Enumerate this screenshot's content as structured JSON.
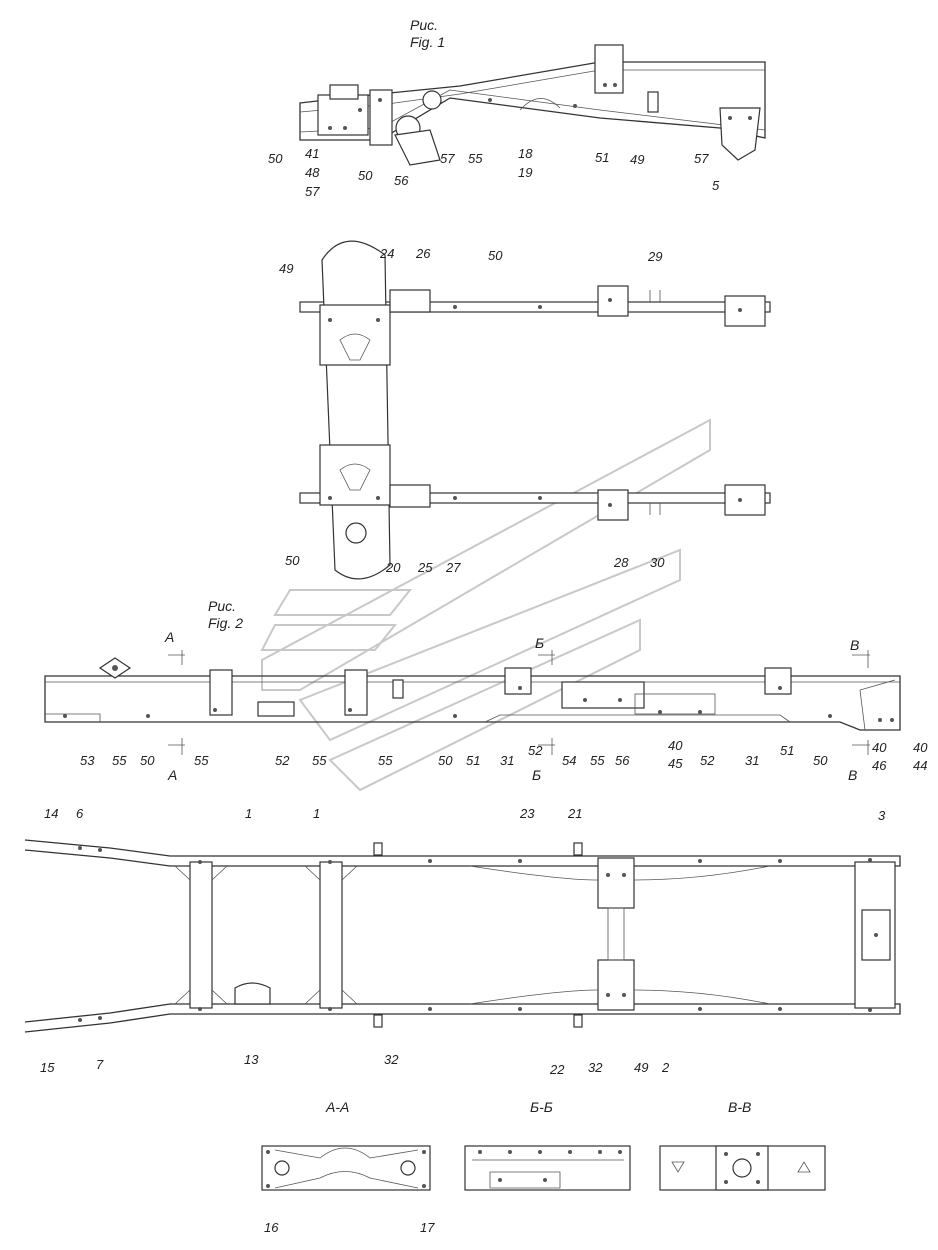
{
  "figures": [
    {
      "id": "fig1",
      "line1": "Рис.",
      "line2": "Fig. 1"
    },
    {
      "id": "fig2",
      "line1": "Рис.",
      "line2": "Fig. 2"
    }
  ],
  "labels": {
    "fig1_side": [
      "50",
      "41",
      "48",
      "57",
      "50",
      "56",
      "57",
      "55",
      "18",
      "19",
      "51",
      "49",
      "57",
      "5"
    ],
    "fig1_top": [
      "49",
      "24",
      "26",
      "50",
      "29",
      "50",
      "20",
      "25",
      "27",
      "28",
      "30"
    ],
    "fig2_side": [
      "53",
      "55",
      "50",
      "55",
      "52",
      "55",
      "55",
      "50",
      "51",
      "31",
      "52",
      "54",
      "55",
      "56",
      "40",
      "45",
      "52",
      "31",
      "51",
      "50",
      "40",
      "46",
      "40",
      "44"
    ],
    "fig2_plan": [
      "14",
      "6",
      "1",
      "1",
      "23",
      "21",
      "3",
      "15",
      "7",
      "13",
      "32",
      "22",
      "32",
      "49",
      "2"
    ],
    "sections": [
      "16",
      "17"
    ]
  },
  "section_marks": {
    "A": "А",
    "B": "Б",
    "V": "В"
  },
  "section_titles": [
    "А-А",
    "Б-Б",
    "В-В"
  ]
}
